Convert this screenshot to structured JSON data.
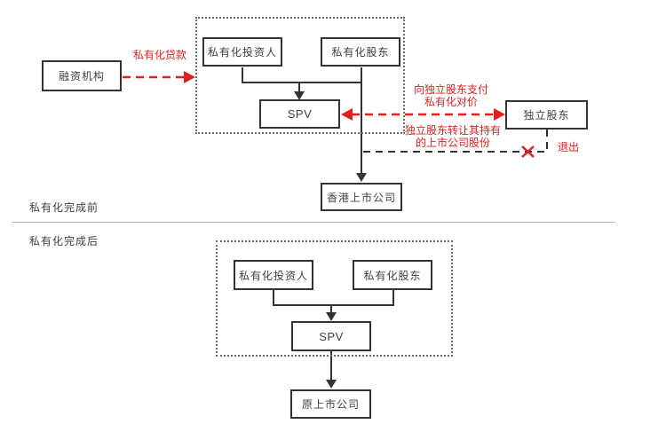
{
  "before": {
    "section_label": "私有化完成前",
    "nodes": {
      "financing": "融资机构",
      "investor": "私有化投资人",
      "shareholder": "私有化股东",
      "spv": "SPV",
      "listed_company": "香港上市公司",
      "independent": "独立股东"
    },
    "labels": {
      "loan": "私有化贷款",
      "pay_line1": "向独立股东支付",
      "pay_line2": "私有化对价",
      "transfer_line1": "独立股东转让其持有",
      "transfer_line2": "的上市公司股份",
      "exit": "退出"
    }
  },
  "after": {
    "section_label": "私有化完成后",
    "nodes": {
      "investor": "私有化投资人",
      "shareholder": "私有化股东",
      "spv": "SPV",
      "original_company": "原上市公司"
    }
  },
  "colors": {
    "red": "#e01f1f",
    "line": "#333333",
    "text": "#404040",
    "divider": "#b5b5b5",
    "background": "#ffffff"
  }
}
